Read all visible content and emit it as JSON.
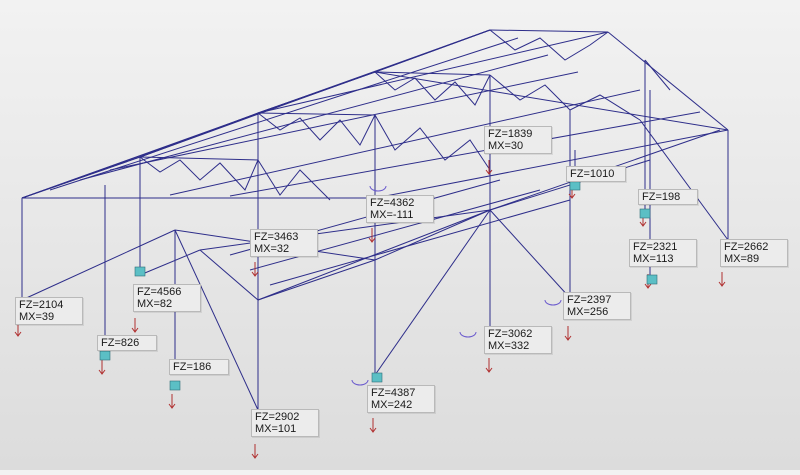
{
  "viewport": {
    "background_top": "#f2f2f2",
    "background_bottom": "#dcdcdc",
    "member_color": "#2e2e8a",
    "reaction_arrow_color": "#b03030",
    "support_color": "#5bbfc5",
    "moment_arrow_color": "#6a5acd"
  },
  "reactions": [
    {
      "fz": "FZ=2104",
      "mx": "MX=39"
    },
    {
      "fz": "FZ=826"
    },
    {
      "fz": "FZ=4566",
      "mx": "MX=82"
    },
    {
      "fz": "FZ=186"
    },
    {
      "fz": "FZ=3463",
      "mx": "MX=32"
    },
    {
      "fz": "FZ=2902",
      "mx": "MX=101"
    },
    {
      "fz": "FZ=4362",
      "mx": "MX=-111"
    },
    {
      "fz": "FZ=4387",
      "mx": "MX=242"
    },
    {
      "fz": "FZ=1839",
      "mx": "MX=30"
    },
    {
      "fz": "FZ=3062",
      "mx": "MX=332"
    },
    {
      "fz": "FZ=1010"
    },
    {
      "fz": "FZ=2397",
      "mx": "MX=256"
    },
    {
      "fz": "FZ=198"
    },
    {
      "fz": "FZ=2321",
      "mx": "MX=113"
    },
    {
      "fz": "FZ=2662",
      "mx": "MX=89"
    }
  ]
}
